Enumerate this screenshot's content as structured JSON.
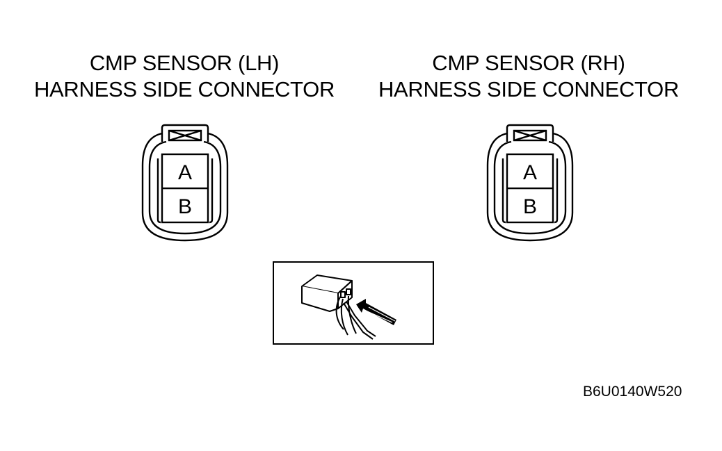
{
  "left_connector": {
    "title_line1": "CMP SENSOR (LH)",
    "title_line2": "HARNESS SIDE CONNECTOR",
    "pins": [
      "A",
      "B"
    ]
  },
  "right_connector": {
    "title_line1": "CMP SENSOR (RH)",
    "title_line2": "HARNESS SIDE CONNECTOR",
    "pins": [
      "A",
      "B"
    ]
  },
  "probe_inset": {
    "icon": "back-probe-connector-icon"
  },
  "figure_code": "B6U0140W520"
}
